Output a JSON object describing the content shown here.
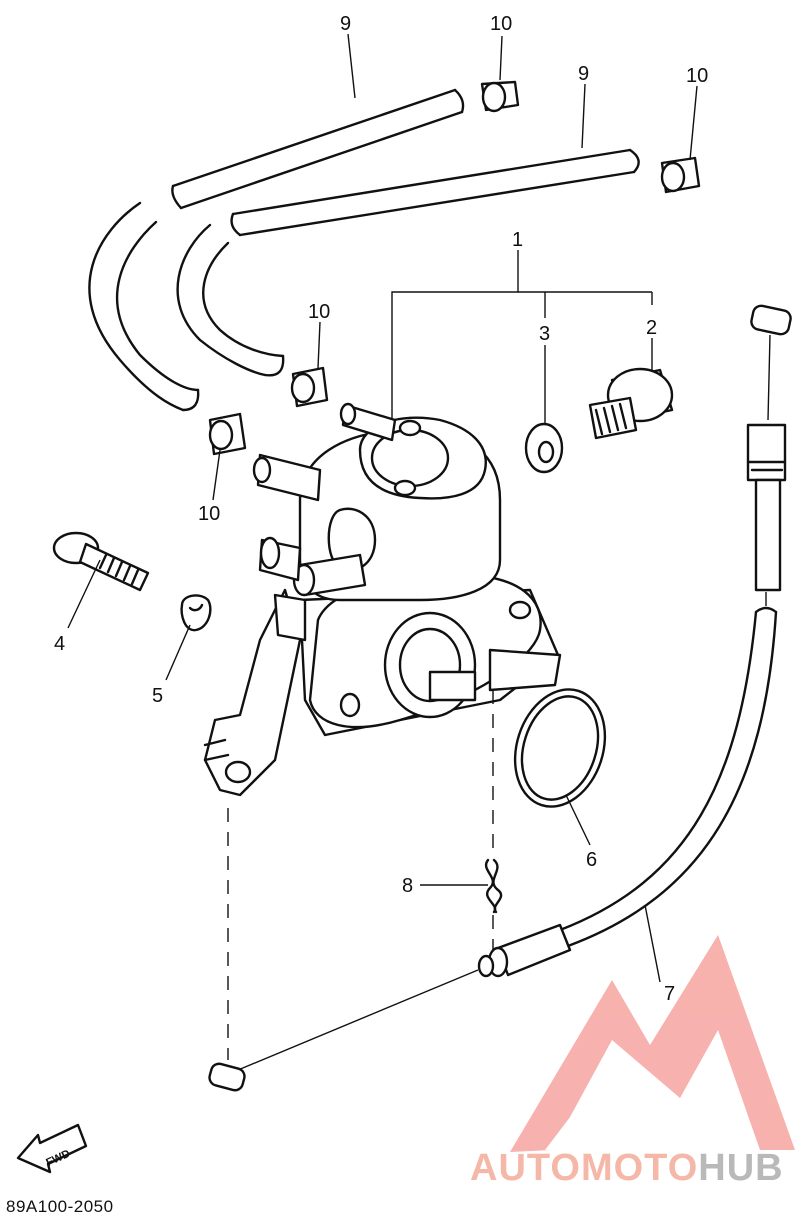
{
  "callouts": [
    {
      "id": "c9a",
      "text": "9"
    },
    {
      "id": "c10a",
      "text": "10"
    },
    {
      "id": "c9b",
      "text": "9"
    },
    {
      "id": "c10b",
      "text": "10"
    },
    {
      "id": "c1",
      "text": "1"
    },
    {
      "id": "c3",
      "text": "3"
    },
    {
      "id": "c2",
      "text": "2"
    },
    {
      "id": "c10c",
      "text": "10"
    },
    {
      "id": "c10d",
      "text": "10"
    },
    {
      "id": "c4",
      "text": "4"
    },
    {
      "id": "c5",
      "text": "5"
    },
    {
      "id": "c6",
      "text": "6"
    },
    {
      "id": "c8",
      "text": "8"
    },
    {
      "id": "c7",
      "text": "7"
    }
  ],
  "fwd_label": "FWD",
  "reference_code": "89A100-2050",
  "logo": {
    "part1": "AUTOMOTO",
    "part2": "HUB",
    "color_primary": "#f5b8a8",
    "color_secondary": "#b9b9b9"
  }
}
